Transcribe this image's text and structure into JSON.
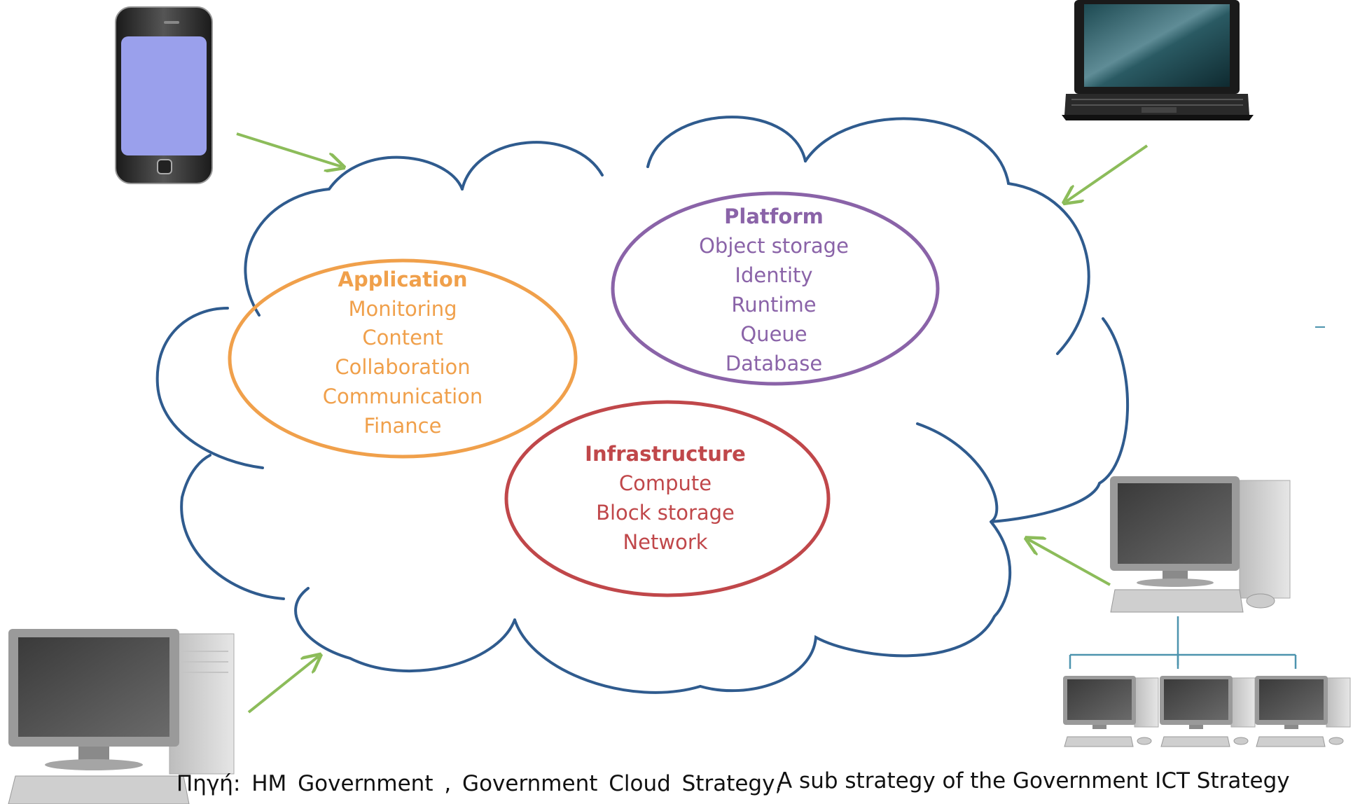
{
  "colors": {
    "cloud": "#2f5b8e",
    "arrow": "#8cbc5a",
    "application": "#f0a04b",
    "platform": "#8a63a8",
    "infrastructure": "#c0474a",
    "network_line": "#4d94ae",
    "text": "#111111"
  },
  "application": {
    "title": "Application",
    "items": [
      "Monitoring",
      "Content",
      "Collaboration",
      "Communication",
      "Finance"
    ]
  },
  "platform": {
    "title": "Platform",
    "items": [
      "Object storage",
      "Identity",
      "Runtime",
      "Queue",
      "Database"
    ]
  },
  "infrastructure": {
    "title": "Infrastructure",
    "items": [
      "Compute",
      "Block storage",
      "Network"
    ]
  },
  "devices": {
    "phone_icon": "smartphone-icon",
    "laptop_icon": "laptop-icon",
    "desktop_icon": "desktop-computer-icon",
    "network_icon": "computer-network-icon"
  },
  "caption": {
    "source_left": "Πηγή: HM Government , Government Cloud Strategy,",
    "source_right": "A sub strategy of the Government ICT Strategy"
  }
}
